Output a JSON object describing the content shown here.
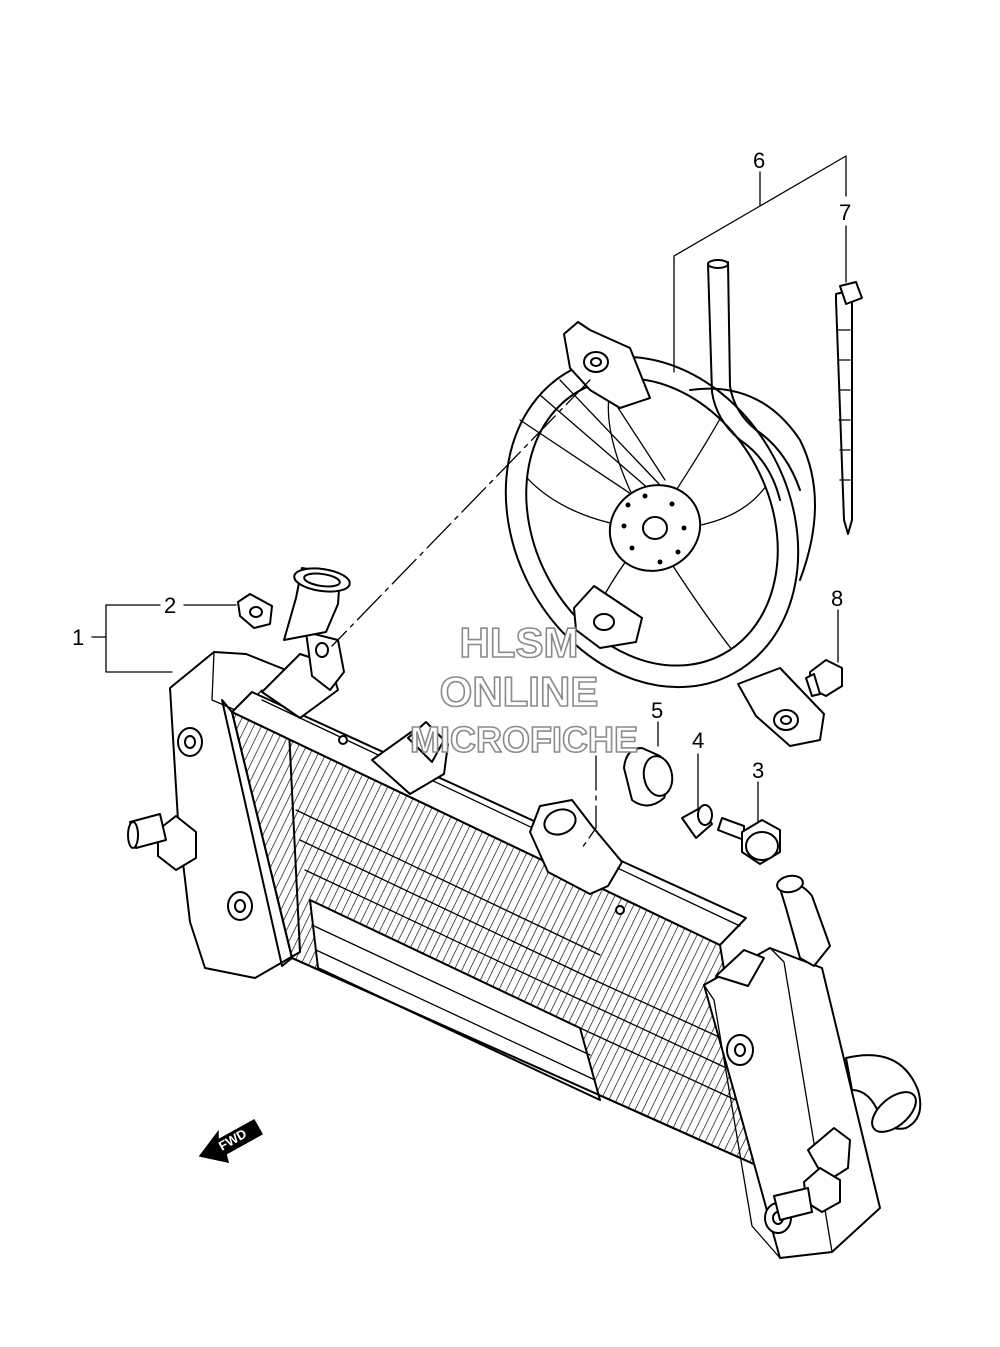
{
  "diagram": {
    "callouts": [
      {
        "id": "1",
        "label": "1"
      },
      {
        "id": "2",
        "label": "2"
      },
      {
        "id": "3",
        "label": "3"
      },
      {
        "id": "4",
        "label": "4"
      },
      {
        "id": "5",
        "label": "5"
      },
      {
        "id": "6",
        "label": "6"
      },
      {
        "id": "7",
        "label": "7"
      },
      {
        "id": "8",
        "label": "8"
      }
    ],
    "direction_badge": "FWD",
    "watermark": [
      "HLSM",
      "ONLINE",
      "MICROFICHE"
    ]
  }
}
